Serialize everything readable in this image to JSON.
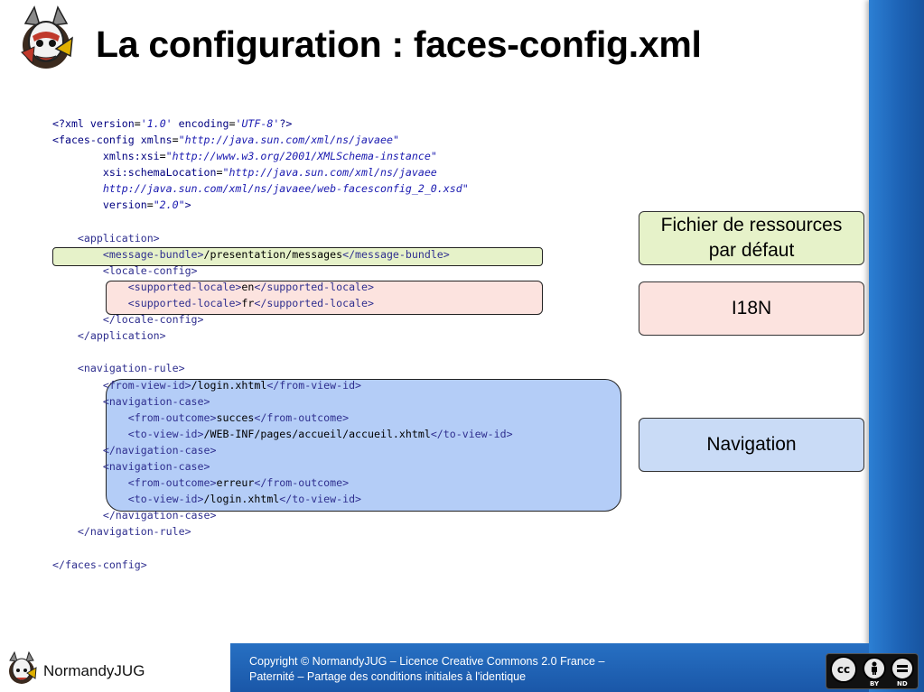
{
  "title": "La configuration : faces-config.xml",
  "code_lines": [
    [
      {
        "t": "<?xml ",
        "c": "t-d"
      },
      {
        "t": "version",
        "c": "t-a"
      },
      {
        "t": "=",
        "c": "t-x"
      },
      {
        "t": "'1.0'",
        "c": "t-v"
      },
      {
        "t": " encoding",
        "c": "t-a"
      },
      {
        "t": "=",
        "c": "t-x"
      },
      {
        "t": "'UTF-8'",
        "c": "t-v"
      },
      {
        "t": "?>",
        "c": "t-d"
      }
    ],
    [
      {
        "t": "<faces-config ",
        "c": "t-d"
      },
      {
        "t": "xmlns",
        "c": "t-a"
      },
      {
        "t": "=",
        "c": "t-x"
      },
      {
        "t": "\"http://java.sun.com/xml/ns/javaee\"",
        "c": "t-v"
      }
    ],
    [
      {
        "t": "        xmlns:xsi",
        "c": "t-a"
      },
      {
        "t": "=",
        "c": "t-x"
      },
      {
        "t": "\"http://www.w3.org/2001/XMLSchema-instance\"",
        "c": "t-v"
      }
    ],
    [
      {
        "t": "        xsi:schemaLocation",
        "c": "t-a"
      },
      {
        "t": "=",
        "c": "t-x"
      },
      {
        "t": "\"http://java.sun.com/xml/ns/javaee",
        "c": "t-v"
      }
    ],
    [
      {
        "t": "        http://java.sun.com/xml/ns/javaee/web-facesconfig_2_0.xsd\"",
        "c": "t-v"
      }
    ],
    [
      {
        "t": "        version",
        "c": "t-a"
      },
      {
        "t": "=",
        "c": "t-x"
      },
      {
        "t": "\"2.0\"",
        "c": "t-v"
      },
      {
        "t": ">",
        "c": "t-d"
      }
    ],
    [
      {
        "t": "",
        "c": "t-x"
      }
    ],
    [
      {
        "t": "    <application>",
        "c": "t-tg"
      }
    ],
    [
      {
        "t": "        <message-bundle>",
        "c": "t-tg"
      },
      {
        "t": "/presentation/messages",
        "c": "t-x"
      },
      {
        "t": "</message-bundle>",
        "c": "t-tg"
      }
    ],
    [
      {
        "t": "        <locale-config>",
        "c": "t-tg"
      }
    ],
    [
      {
        "t": "            <supported-locale>",
        "c": "t-tg"
      },
      {
        "t": "en",
        "c": "t-x"
      },
      {
        "t": "</supported-locale>",
        "c": "t-tg"
      }
    ],
    [
      {
        "t": "            <supported-locale>",
        "c": "t-tg"
      },
      {
        "t": "fr",
        "c": "t-x"
      },
      {
        "t": "</supported-locale>",
        "c": "t-tg"
      }
    ],
    [
      {
        "t": "        </locale-config>",
        "c": "t-tg"
      }
    ],
    [
      {
        "t": "    </application>",
        "c": "t-tg"
      }
    ],
    [
      {
        "t": "",
        "c": "t-x"
      }
    ],
    [
      {
        "t": "    <navigation-rule>",
        "c": "t-tg"
      }
    ],
    [
      {
        "t": "        <from-view-id>",
        "c": "t-tg"
      },
      {
        "t": "/login.xhtml",
        "c": "t-x"
      },
      {
        "t": "</from-view-id>",
        "c": "t-tg"
      }
    ],
    [
      {
        "t": "        <navigation-case>",
        "c": "t-tg"
      }
    ],
    [
      {
        "t": "            <from-outcome>",
        "c": "t-tg"
      },
      {
        "t": "succes",
        "c": "t-x"
      },
      {
        "t": "</from-outcome>",
        "c": "t-tg"
      }
    ],
    [
      {
        "t": "            <to-view-id>",
        "c": "t-tg"
      },
      {
        "t": "/WEB-INF/pages/accueil/accueil.xhtml",
        "c": "t-x"
      },
      {
        "t": "</to-view-id>",
        "c": "t-tg"
      }
    ],
    [
      {
        "t": "        </navigation-case>",
        "c": "t-tg"
      }
    ],
    [
      {
        "t": "        <navigation-case>",
        "c": "t-tg"
      }
    ],
    [
      {
        "t": "            <from-outcome>",
        "c": "t-tg"
      },
      {
        "t": "erreur",
        "c": "t-x"
      },
      {
        "t": "</from-outcome>",
        "c": "t-tg"
      }
    ],
    [
      {
        "t": "            <to-view-id>",
        "c": "t-tg"
      },
      {
        "t": "/login.xhtml",
        "c": "t-x"
      },
      {
        "t": "</to-view-id>",
        "c": "t-tg"
      }
    ],
    [
      {
        "t": "        </navigation-case>",
        "c": "t-tg"
      }
    ],
    [
      {
        "t": "    </navigation-rule>",
        "c": "t-tg"
      }
    ],
    [
      {
        "t": "",
        "c": "t-x"
      }
    ],
    [
      {
        "t": "</faces-config>",
        "c": "t-tg"
      }
    ]
  ],
  "callouts": {
    "resources_line1": "Fichier de ressources",
    "resources_line2": "par défaut",
    "i18n": "I18N",
    "navigation": "Navigation"
  },
  "footer": {
    "brand": "NormandyJUG",
    "copyright_line1": "Copyright © NormandyJUG – Licence Creative Commons 2.0 France –",
    "copyright_line2": "Paternité – Partage des conditions initiales à l'identique",
    "cc_main": "cc",
    "cc_by_label": "BY",
    "cc_nd_label": "ND"
  },
  "icons": [
    "normandyjug-logo-icon",
    "creative-commons-icon",
    "attribution-icon",
    "no-derivatives-icon"
  ],
  "colors": {
    "highlight_green": "#e6f2c9",
    "highlight_pink": "#fce3df",
    "highlight_blue": "#b4cdf7",
    "side_bar_blue": "#1d63b6"
  }
}
